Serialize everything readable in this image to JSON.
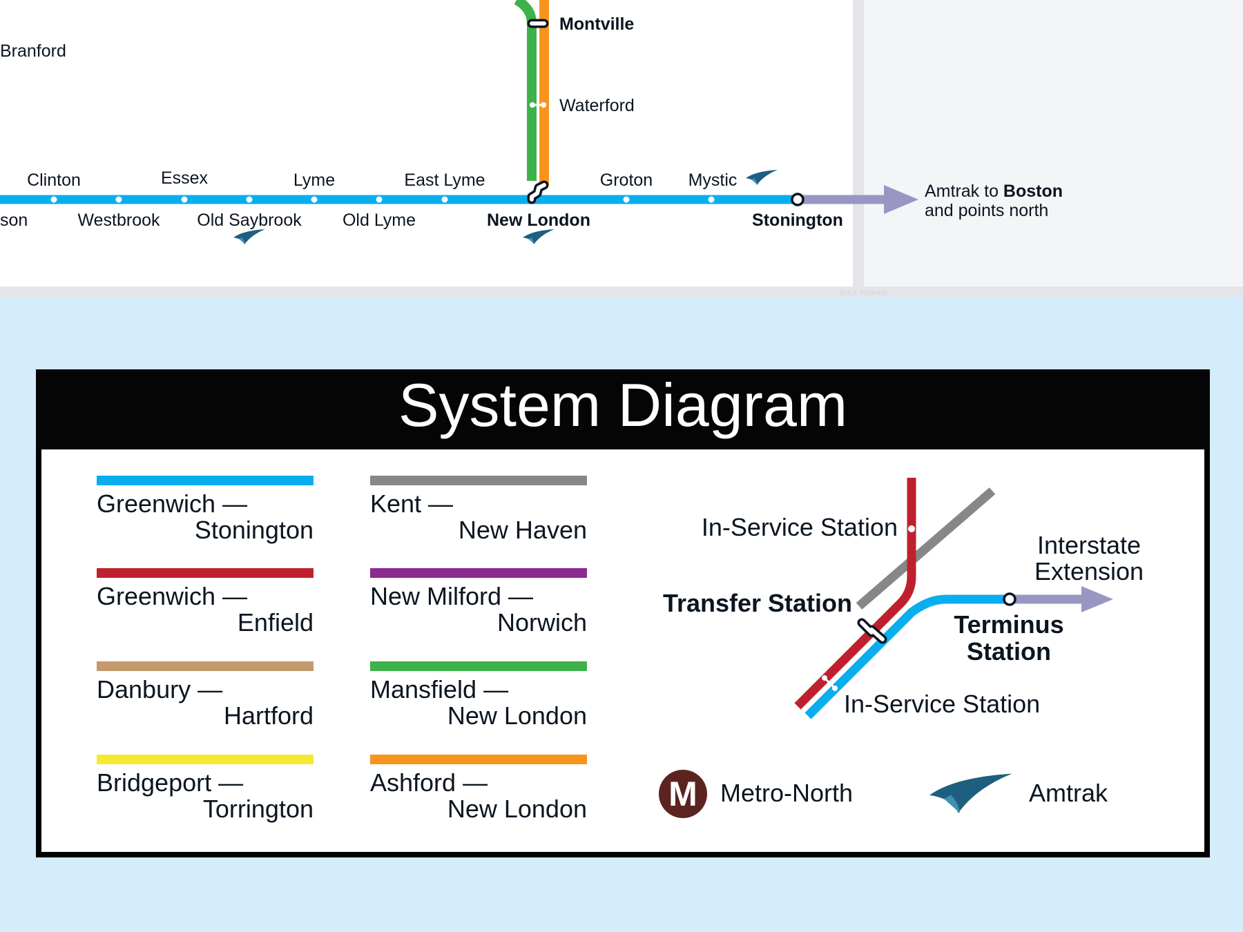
{
  "colors": {
    "blue": "#0aaeef",
    "red": "#c0202e",
    "tan": "#c49a6c",
    "yellow": "#f5ea31",
    "gray": "#868789",
    "purple": "#8b2a90",
    "green": "#3db14a",
    "orange": "#f7941d",
    "amtrak_arrow": "#9a96c4",
    "metro_north": "#5b2420",
    "amtrak_blue": "#1e5f80"
  },
  "map": {
    "stations": {
      "branford": "Branford",
      "montville": "Montville",
      "waterford": "Waterford",
      "madison": "son",
      "clinton": "Clinton",
      "westbrook": "Westbrook",
      "essex": "Essex",
      "old_saybrook": "Old Saybrook",
      "lyme": "Lyme",
      "old_lyme": "Old Lyme",
      "east_lyme": "East Lyme",
      "new_london": "New London",
      "groton": "Groton",
      "mystic": "Mystic",
      "stonington": "Stonington"
    },
    "amtrak_note": {
      "prefix": "Amtrak to ",
      "city": "Boston",
      "line2": "and points north"
    },
    "credit": "NICK FABIANI"
  },
  "legend": {
    "title": "System Diagram",
    "lines": [
      {
        "color": "blue",
        "from": "Greenwich —",
        "to": "Stonington"
      },
      {
        "color": "red",
        "from": "Greenwich —",
        "to": "Enfield"
      },
      {
        "color": "tan",
        "from": "Danbury —",
        "to": "Hartford"
      },
      {
        "color": "yellow",
        "from": "Bridgeport —",
        "to": "Torrington"
      },
      {
        "color": "gray",
        "from": "Kent —",
        "to": "New Haven"
      },
      {
        "color": "purple",
        "from": "New Milford —",
        "to": "Norwich"
      },
      {
        "color": "green",
        "from": "Mansfield —",
        "to": "New London"
      },
      {
        "color": "orange",
        "from": "Ashford —",
        "to": "New London"
      }
    ],
    "diagram": {
      "in_service_top": "In-Service Station",
      "transfer": "Transfer Station",
      "interstate_1": "Interstate",
      "interstate_2": "Extension",
      "terminus_1": "Terminus",
      "terminus_2": "Station",
      "in_service_bottom": "In-Service Station"
    },
    "logos": {
      "metro_north_glyph": "M",
      "metro_north": "Metro-North",
      "amtrak": "Amtrak"
    }
  }
}
